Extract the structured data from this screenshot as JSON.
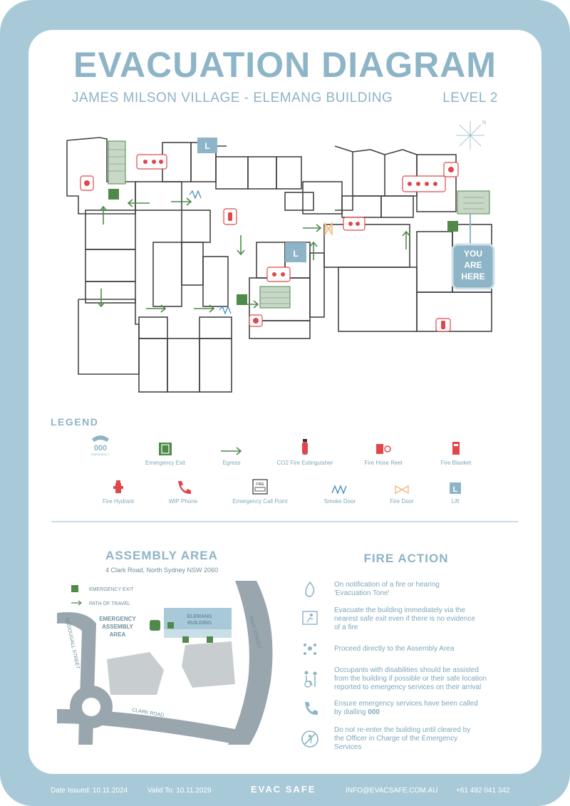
{
  "header": {
    "title": "EVACUATION DIAGRAM",
    "subtitle": "JAMES MILSON VILLAGE - ELEMANG BUILDING",
    "level": "LEVEL 2"
  },
  "floorplan": {
    "you_are_here": [
      "YOU",
      "ARE",
      "HERE"
    ],
    "lift_label": "L",
    "compass_label": "N"
  },
  "legend": {
    "title": "LEGEND",
    "items": [
      {
        "label": "",
        "icon": "emergency-000-icon",
        "sub": "000",
        "sub2": "EMERGENCY"
      },
      {
        "label": "Emergency Exit",
        "icon": "emergency-exit-icon"
      },
      {
        "label": "Egress",
        "icon": "egress-arrow-icon"
      },
      {
        "label": "CO2 Fire Extinguisher",
        "icon": "co2-extinguisher-icon"
      },
      {
        "label": "Fire Hose Reel",
        "icon": "fire-hose-reel-icon"
      },
      {
        "label": "Fire Blanket",
        "icon": "fire-blanket-icon"
      },
      {
        "label": "Fire Hydrant",
        "icon": "fire-hydrant-icon"
      },
      {
        "label": "WIP Phone",
        "icon": "wip-phone-icon"
      },
      {
        "label": "Emergency Call Point",
        "icon": "emergency-call-point-icon",
        "sub": "FIRE"
      },
      {
        "label": "Smoke Door",
        "icon": "smoke-door-icon"
      },
      {
        "label": "Fire Door",
        "icon": "fire-door-icon"
      },
      {
        "label": "Lift",
        "icon": "lift-icon",
        "sub": "L"
      }
    ]
  },
  "assembly": {
    "title": "ASSEMBLY AREA",
    "address": "4 Clark Road, North Sydney NSW 2060",
    "legend_exit": "EMERGENCY EXIT",
    "legend_path": "PATH OF TRAVEL",
    "area_label": [
      "EMERGENCY",
      "ASSEMBLY",
      "AREA"
    ],
    "building_label": [
      "ELEMANG",
      "BUILDING"
    ],
    "streets": {
      "mcdougall": "MCDOUGALL STREET",
      "high": "HIGH STREET",
      "clark": "CLARK ROAD"
    }
  },
  "fire_action": {
    "title": "FIRE ACTION",
    "steps": [
      {
        "icon": "flame-icon",
        "lines": [
          "On notification of a fire or hearing",
          "'Evacuation Tone'"
        ]
      },
      {
        "icon": "exit-run-icon",
        "lines": [
          "Evacuate the building immediately via the",
          "nearest safe exit even if there is no evidence",
          "of a fire"
        ]
      },
      {
        "icon": "assembly-icon",
        "lines": [
          "Proceed directly to the Assembly Area"
        ]
      },
      {
        "icon": "accessibility-icon",
        "lines": [
          "Occupants with disabilities should be assisted",
          "from the building if possible or their safe location",
          "reported to emergency services on their arrival"
        ]
      },
      {
        "icon": "phone-icon",
        "lines": [
          "Ensure emergency services have been called",
          "by dialling "
        ],
        "bold": "000"
      },
      {
        "icon": "no-entry-icon",
        "lines": [
          "Do not re-enter the building until cleared by",
          "the Officer in Charge of the Emergency",
          "Services"
        ]
      }
    ]
  },
  "footer": {
    "issued": "Date Issued: 10.11.2024",
    "valid": "Valid To: 10.11.2029",
    "brand": "EVAC SAFE",
    "email": "INFO@EVACSAFE.COM.AU",
    "phone": "+61 492 041 342"
  },
  "colors": {
    "frame": "#a8c9d8",
    "accent": "#8db4c7",
    "exit_green": "#4f8a4a",
    "fire_red": "#e0474c",
    "fire_door_orange": "#f0b87a"
  }
}
